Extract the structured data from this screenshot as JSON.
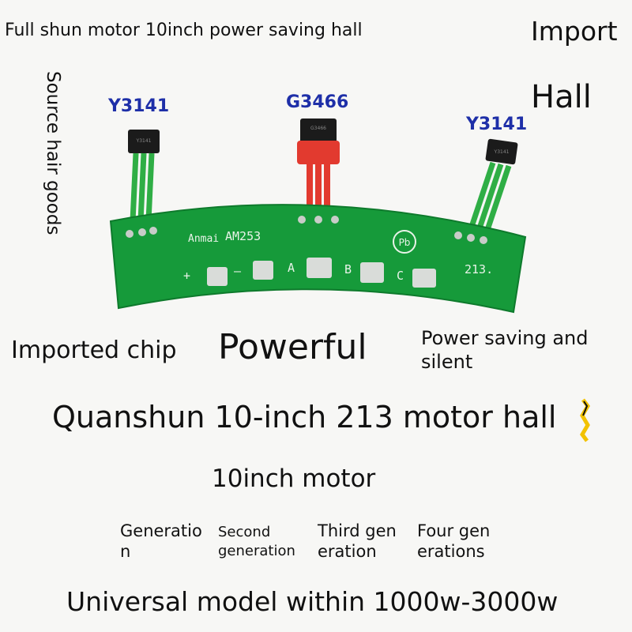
{
  "header": {
    "title": "Full shun motor 10inch power saving hall",
    "import_line1": "Import",
    "import_line2": "Hall",
    "side_text": "Source hair goods"
  },
  "board": {
    "labels": {
      "left": "Y3141",
      "middle": "G3466",
      "right": "Y3141"
    },
    "silkscreen": {
      "brand": "Anmai",
      "model": "AM253",
      "code": "213.",
      "pads": [
        "+",
        "—",
        "A",
        "B",
        "C"
      ],
      "lead_free": "Pb"
    },
    "chip_marks": {
      "left": "Y3141",
      "middle": "G3466",
      "right": "Y3141"
    },
    "colors": {
      "pcb": "#169a3a",
      "wire_green": "#2fae45",
      "wire_red": "#e23a2f",
      "label_blue": "#1e2fa8"
    }
  },
  "features": {
    "imported_chip": "Imported chip",
    "powerful": "Powerful",
    "power_saving_line1": "Power saving and",
    "power_saving_line2": "silent"
  },
  "main_title": "Quanshun 10-inch 213 motor hall",
  "subtitle": "10inch motor",
  "generations": [
    "Generatio n",
    "Second generation",
    "Third gen eration",
    "Four gen erations"
  ],
  "footer": "Universal model within 1000w-3000w"
}
